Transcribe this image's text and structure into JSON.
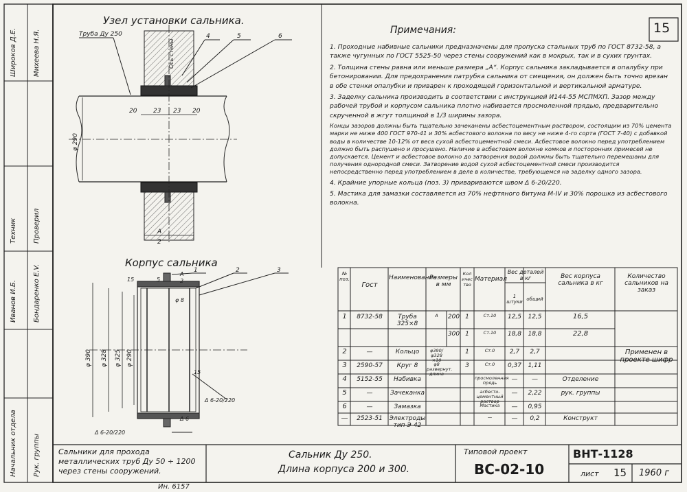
{
  "sheet_number": "15",
  "heading_assembly": "Узел установки сальника.",
  "heading_body": "Корпус сальника",
  "heading_notes": "Примечания:",
  "notes": [
    "1. Проходные набивные сальники предназначены для пропуска стальных труб по ГОСТ 8732-58, а также чугунных по ГОСТ 5525-50 через стены сооружений как в мокрых, так и в сухих грунтах.",
    "2. Толщина стены равна или меньше размера „А“. Корпус сальника закладывается в опалубку при бетонировании. Для предохранения патрубка сальника от смещения, он должен быть точно врезан в обе стенки опалубки и приварен к проходящей горизонтальной и вертикальной арматуре.",
    "3. Заделку сальника производить в соответствии с инструкцией И144-55 МСПМХП. Зазор между рабочей трубой и корпусом сальника плотно набивается просмоленной прядью, предварительно скрученной в жгут толщиной в 1/3 ширины зазора.",
    "Концы зазоров должны быть тщательно зачеканены асбестоцементным раствором, состоящим из 70% цемента марки не ниже 400 ГОСТ 970-41 и 30% асбестового волокна по весу не ниже 4-го сорта (ГОСТ 7-40) с добавкой воды в количестве 10-12% от веса сухой асбестоцементной смеси. Асбестовое волокно перед употреблением должно быть распушено и просушено. Наличие в асбестовом волокне комков и посторонних примесей не допускается. Цемент и асбестовое волокно до затворения водой должны быть тщательно перемешаны для получения однородной смеси. Затворение водой сухой асбестоцементной смеси производится непосредственно перед употреблением в деле в количестве, требующемся на заделку одного зазора.",
    "4. Крайние упорные кольца (поз. 3) привариваются швом Δ 6-20/220.",
    "5. Мастика для замазки составляется из 70% нефтяного битума М-IV и 30% порошка из асбестового волокна."
  ],
  "dims_assembly": {
    "pipe_label": "Труба Ду 250",
    "wall_label": "Ось стены",
    "callouts": [
      "4",
      "5",
      "6"
    ],
    "d290": "φ 290",
    "spacing": [
      "20",
      "23",
      "23",
      "20"
    ],
    "section_A": "A",
    "section_2": "2"
  },
  "dims_body": {
    "callouts": [
      "1",
      "2",
      "3"
    ],
    "d390": "φ 390",
    "d328": "φ 328",
    "d325": "φ 325",
    "d290": "φ 290",
    "d8": "φ 8",
    "t15": "15",
    "t5": "5",
    "t15b": "15",
    "weld1": "Δ 6-20/220",
    "weld2": "Δ 6-20/220",
    "weld3": "Δ 6",
    "section_A": "A",
    "section_2": "2"
  },
  "table": {
    "headers": [
      "№ поз.",
      "Гост",
      "Наименование",
      "Размеры в мм",
      "Количество",
      "Материал",
      "Вес деталей в кг",
      "Вес корпуса сальника в кг",
      "Количество сальников на заказ"
    ],
    "subheaders": [
      "1 штуки",
      "общий"
    ],
    "rows": [
      [
        "1",
        "8732-58",
        "Труба 325×8",
        "A",
        "200",
        "1",
        "Ст.10",
        "12,5",
        "12,5",
        "16,5"
      ],
      [
        "",
        "",
        "",
        "",
        "300",
        "1",
        "Ст.10",
        "18,8",
        "18,8",
        "22,8"
      ],
      [
        "2",
        "—",
        "Кольцо",
        "φ390/φ328 ×10",
        "",
        "1",
        "Ст.0",
        "2,7",
        "2,7",
        ""
      ],
      [
        "3",
        "2590-57",
        "Круг 8",
        "φ8 развернут. длина",
        "",
        "3",
        "Ст.0",
        "0,37",
        "1,11",
        ""
      ],
      [
        "4",
        "5152-55",
        "Набивка",
        "",
        "",
        "",
        "просмоленная прядь",
        "—",
        "—",
        ""
      ],
      [
        "5",
        "—",
        "Зачеканка",
        "",
        "",
        "",
        "асбесто-цементный раствор",
        "—",
        "2,22",
        ""
      ],
      [
        "6",
        "—",
        "Замазка",
        "",
        "",
        "",
        "Мастика",
        "—",
        "0,95",
        ""
      ],
      [
        "—",
        "2523-51",
        "Электроды тип Э-42",
        "",
        "",
        "",
        "—",
        "—",
        "0,2",
        ""
      ]
    ],
    "applied_label": "Применен в проекте шифр",
    "side_labels": [
      "Отделение",
      "рук. группы",
      "Конструкт"
    ]
  },
  "stamp": {
    "description": "Сальники для прохода металлических труб Ду 50 ÷ 1200 через стены сооружений.",
    "title": "Сальник Ду 250.",
    "subtitle": "Длина корпуса 200 и 300.",
    "project_label": "Типовой проект",
    "code_vnt": "ВНТ-1128",
    "code_vs": "ВС-02-10",
    "sheet_label": "лист",
    "sheet_no": "15",
    "year": "1960 г",
    "bottom_note": "Ин. 6157"
  },
  "left_margin": {
    "names": [
      "Широков Д.Е.",
      "Михеева Н.Я.",
      "Иванов И.Б.",
      "Бондаренко Е.V.",
      "Проверил",
      "Техник"
    ],
    "roles": [
      "Начальник отдела",
      "Рук. группы"
    ]
  }
}
